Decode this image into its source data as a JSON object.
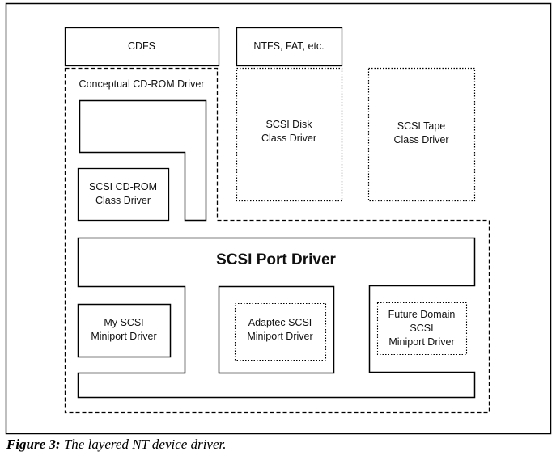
{
  "diagram": {
    "boxes": {
      "cdfs": "CDFS",
      "ntfs": "NTFS, FAT, etc.",
      "conceptual_cdrom": "Conceptual CD-ROM Driver",
      "scsi_cdrom_class": [
        "SCSI CD-ROM",
        "Class Driver"
      ],
      "scsi_disk_class": [
        "SCSI Disk",
        "Class Driver"
      ],
      "scsi_tape_class": [
        "SCSI Tape",
        "Class Driver"
      ],
      "scsi_port": "SCSI Port Driver",
      "my_miniport": [
        "My SCSI",
        "Miniport Driver"
      ],
      "adaptec_miniport": [
        "Adaptec SCSI",
        "Miniport Driver"
      ],
      "future_domain_miniport": [
        "Future Domain",
        "SCSI",
        "Miniport Driver"
      ]
    }
  },
  "caption": {
    "figure_label": "Figure 3:",
    "text": "The layered NT device driver."
  }
}
